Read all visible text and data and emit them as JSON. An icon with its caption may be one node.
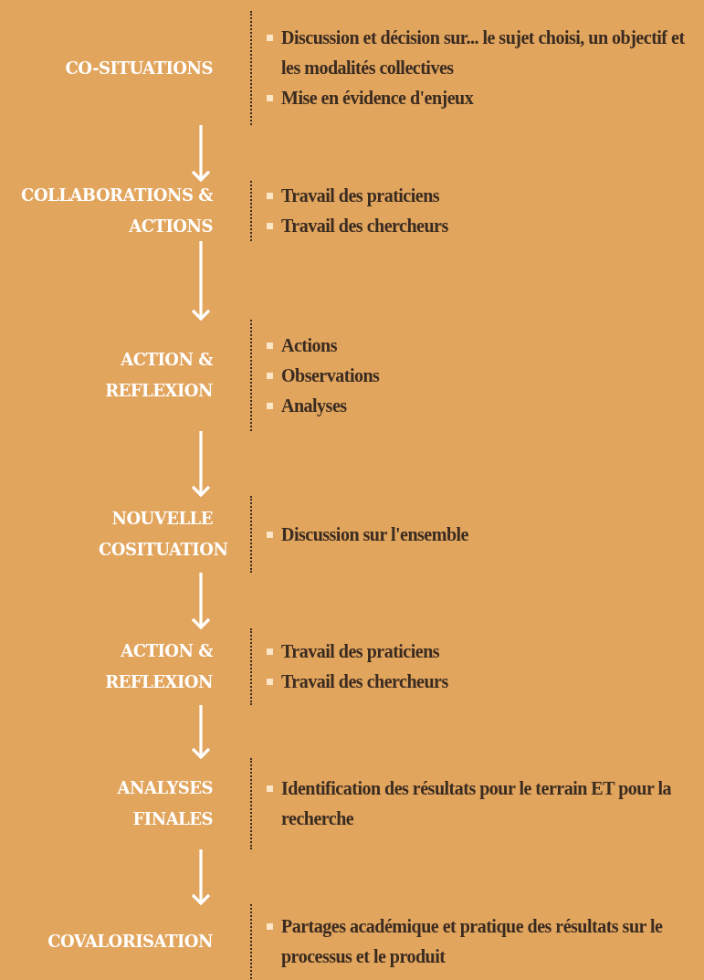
{
  "diagram": {
    "nodes": [
      {
        "text": [
          "CO-SITUATIONS",
          "Discussion et décision sur... le sujet choisi, un objectif et les modalités collectives",
          "Mise en évidence d'enjeux"
        ]
      },
      {
        "text": [
          "COLLABORATIONS & ACTIONS",
          "Travail des praticiens",
          "Travail des chercheurs"
        ]
      },
      {
        "text": [
          "ACTION & REFLEXION",
          "Actions",
          "Observations",
          "Analyses"
        ]
      },
      {
        "text": [
          "NOUVELLE COSITUATION",
          "Discussion sur l'ensemble"
        ]
      },
      {
        "text": [
          "ACTION & REFLEXION",
          "Travail des praticiens",
          "Travail des chercheurs"
        ]
      },
      {
        "text": [
          "ANALYSES FINALES",
          "Identification des résultats pour le terrain ET pour la recherche"
        ]
      },
      {
        "text": [
          "COVALORISATION",
          "Partages académique et pratique des résultats sur le processus et le produit"
        ]
      }
    ],
    "edges": [
      {
        "from": 0,
        "to": 1,
        "arrow": "to"
      },
      {
        "from": 1,
        "to": 2,
        "arrow": "to"
      },
      {
        "from": 2,
        "to": 3,
        "arrow": "to"
      },
      {
        "from": 3,
        "to": 4,
        "arrow": "to"
      },
      {
        "from": 4,
        "to": 5,
        "arrow": "to"
      },
      {
        "from": 5,
        "to": 6,
        "arrow": "to"
      }
    ]
  }
}
